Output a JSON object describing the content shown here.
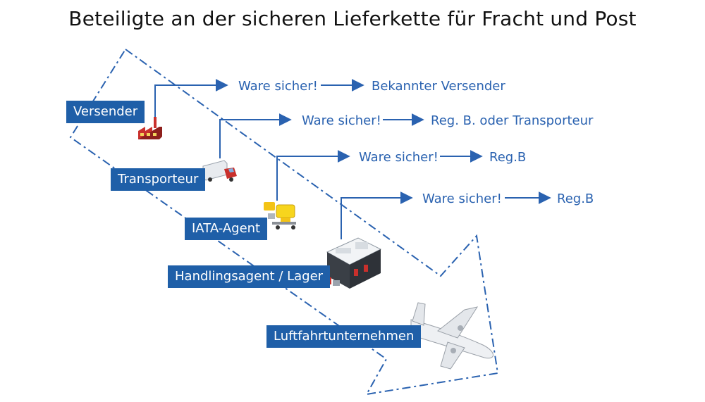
{
  "title": "Beteiligte an der sicheren Lieferkette für Fracht und Post",
  "colors": {
    "label_bg": "#1f5fa8",
    "line": "#2a62b0",
    "text": "#2a62b0"
  },
  "roles": [
    {
      "name": "Versender",
      "icon": "factory-icon"
    },
    {
      "name": "Transporteur",
      "icon": "truck-icon"
    },
    {
      "name": "IATA-Agent",
      "icon": "forklift-icon"
    },
    {
      "name": "Handlingsagent / Lager",
      "icon": "warehouse-icon"
    },
    {
      "name": "Luftfahrtunternehmen",
      "icon": "airplane-icon"
    }
  ],
  "flows": [
    {
      "status": "Ware sicher!",
      "result": "Bekannter Versender"
    },
    {
      "status": "Ware sicher!",
      "result": "Reg. B. oder Transporteur"
    },
    {
      "status": "Ware sicher!",
      "result": "Reg.B"
    },
    {
      "status": "Ware sicher!",
      "result": "Reg.B"
    }
  ]
}
